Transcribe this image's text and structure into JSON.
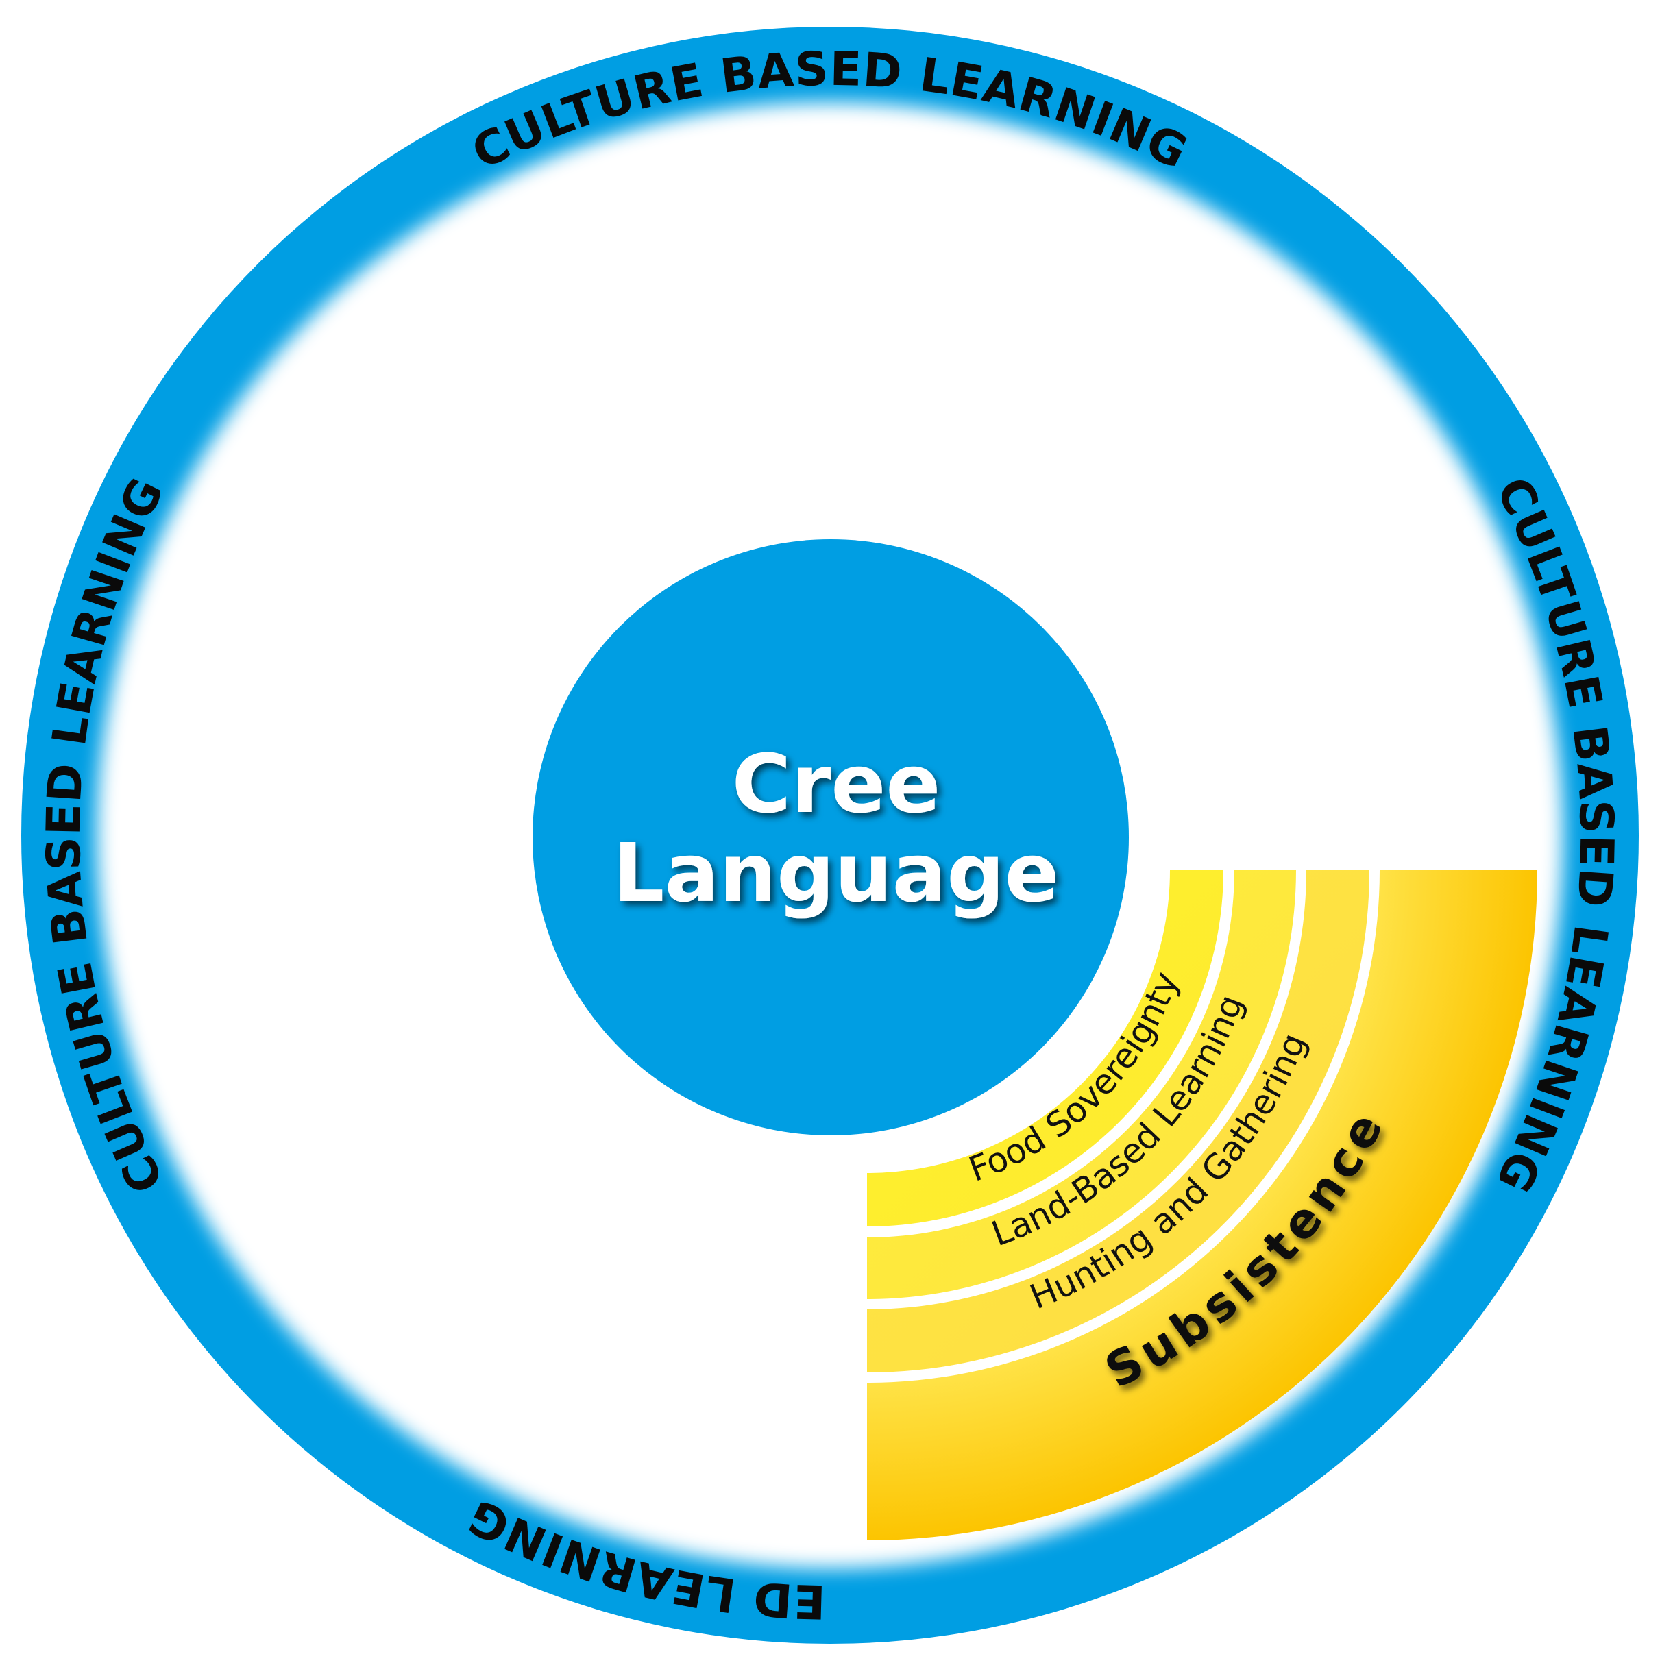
{
  "outer_ring": {
    "label": "CULTURE BASED LEARNING",
    "color": "#009ee3"
  },
  "center": {
    "line1": "Cree",
    "line2": "Language",
    "color": "#009ee3"
  },
  "bands": [
    {
      "label": "Food Sovereignty",
      "color": "#fff22e"
    },
    {
      "label": "Land-Based Learning",
      "color": "#ffea3a"
    },
    {
      "label": "Hunting and Gathering",
      "color": "#ffe23f"
    },
    {
      "label": "Subsistence",
      "color": "#fdc800"
    }
  ]
}
